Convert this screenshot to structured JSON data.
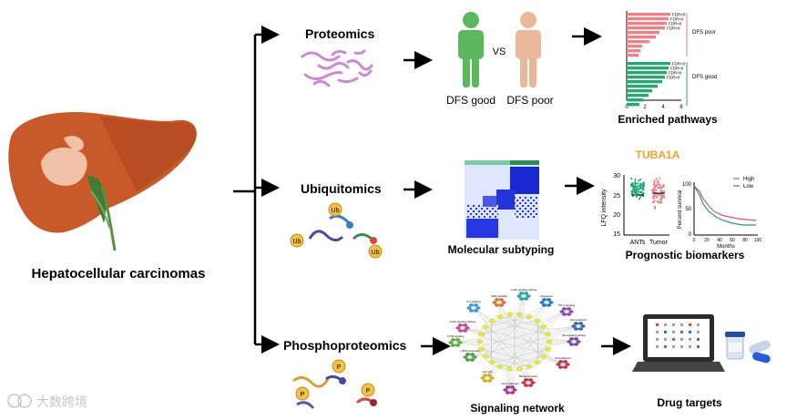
{
  "labels": {
    "hcc": "Hepatocellular carcinomas",
    "proteomics": "Proteomics",
    "ubiquitomics": "Ubiquitomics",
    "phosphoproteomics": "Phosphoproteomics",
    "vs": "VS",
    "dfs_good": "DFS good",
    "dfs_poor": "DFS poor",
    "enriched_pathways": "Enriched pathways",
    "molecular_subtyping": "Molecular subtyping",
    "prognostic_biomarkers": "Prognostic biomarkers",
    "signaling_network": "Signaling network",
    "drug_targets": "Drug targets",
    "tuba1a": "TUBA1A",
    "ub": "Ub",
    "p": "P",
    "watermark": "大数跨境"
  },
  "pathway_chart": {
    "fdr_label": "FDR<0",
    "group_poor": "DFS poor",
    "group_good": "DFS good",
    "x_ticks": [
      "0",
      "2",
      "4",
      "6"
    ],
    "poor_values": [
      4.8,
      4.6,
      4.4,
      4.2,
      3.6,
      3.2,
      2.5,
      1.7,
      1.5,
      1.3
    ],
    "good_values": [
      4.8,
      4.6,
      4.4,
      4.2,
      3.9,
      3.4,
      2.8,
      2.4,
      1.8,
      1.4
    ],
    "poor_color": "#e8848b",
    "good_color": "#29a772"
  },
  "scatter_chart": {
    "y_label": "LFQ intensity",
    "y_ticks": [
      "30",
      "25",
      "20",
      "15"
    ],
    "categories": [
      "ANTs",
      "Tumor"
    ]
  },
  "survival_chart": {
    "y_label": "Percent survival",
    "x_label": "Months",
    "y_ticks": [
      "100",
      "50",
      "0"
    ],
    "x_ticks": [
      "0",
      "20",
      "40",
      "60",
      "80",
      "100"
    ],
    "legend_high": "High",
    "legend_low": "Low",
    "high_color": "#d9546a",
    "low_color": "#2b8f8a"
  },
  "network_nodes": [
    "IL-6 signaling",
    "insulin signaling pathway",
    "TNF-α signaling",
    "Insulin signaling pathway",
    "Ras signaling pathway",
    "mRNA processing",
    "Focal adhesion",
    "Cell cycle",
    "Platelet activation",
    "VEGF signaling",
    "phagosome",
    "mTOR signaling",
    "lipid metabolism",
    "cancer pathways"
  ],
  "colors": {
    "accent_orange": "#f0a030",
    "arrow": "#000000"
  }
}
